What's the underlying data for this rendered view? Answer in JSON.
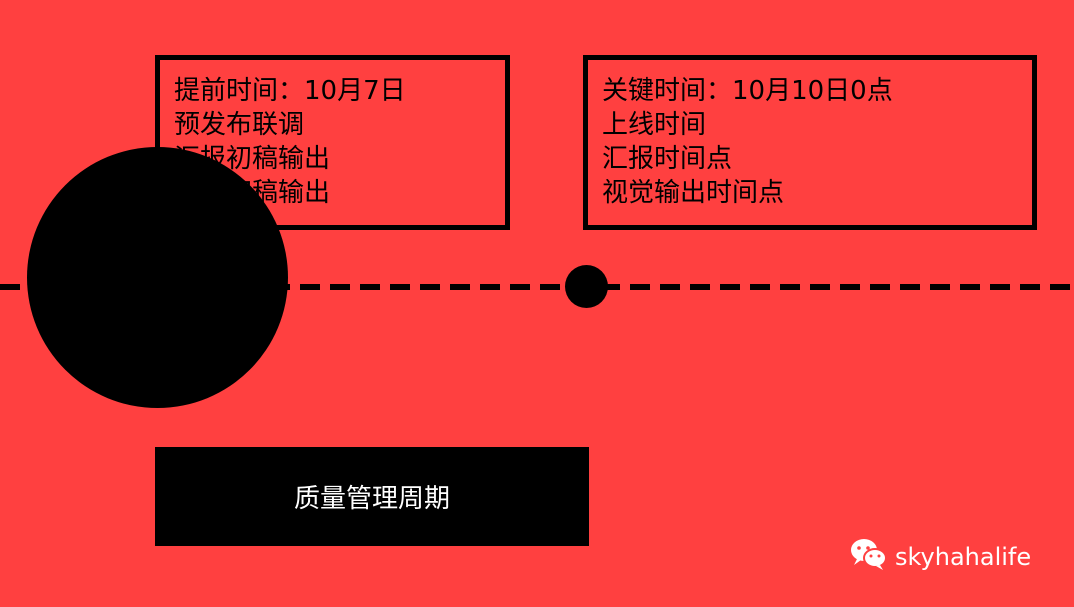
{
  "milestones": {
    "left": {
      "lines": [
        "提前时间：10月7日",
        "预发布联调",
        "汇报初稿输出",
        "视觉初稿输出"
      ]
    },
    "right": {
      "lines": [
        "关键时间：10月10日0点",
        "上线时间",
        "汇报时间点",
        "视觉输出时间点"
      ]
    }
  },
  "label": "质量管理周期",
  "watermark": {
    "text": "skyhahalife",
    "icon": "wechat-icon"
  },
  "colors": {
    "background": "#ff4040",
    "ink": "#000000",
    "label_text": "#ffffff"
  }
}
